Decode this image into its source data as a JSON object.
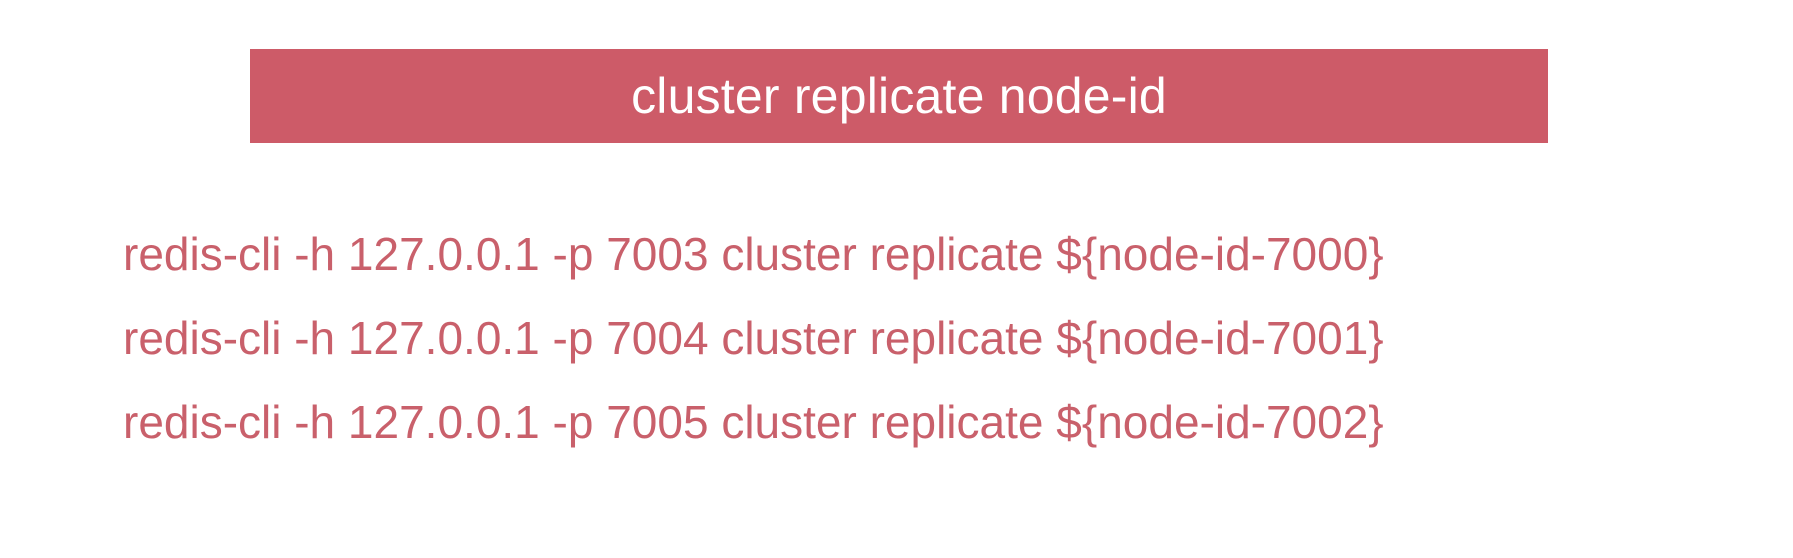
{
  "slide": {
    "background_color": "#ffffff",
    "banner": {
      "title": "cluster replicate node-id",
      "background_color": "#cd5b68",
      "text_color": "#ffffff"
    },
    "commands": {
      "text_color": "#c9606b",
      "lines": [
        "redis-cli -h 127.0.0.1 -p 7003 cluster replicate ${node-id-7000}",
        "redis-cli -h 127.0.0.1 -p 7004 cluster replicate ${node-id-7001}",
        "redis-cli -h 127.0.0.1 -p 7005 cluster replicate ${node-id-7002}"
      ]
    }
  }
}
